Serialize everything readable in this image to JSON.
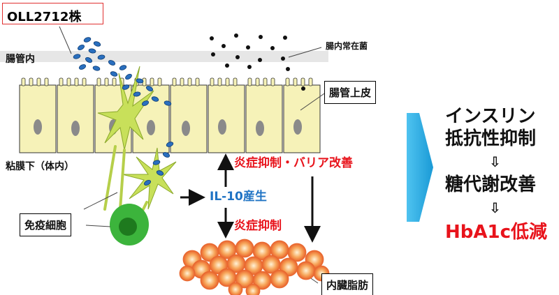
{
  "labels": {
    "strain": "OLL2712株",
    "intestinal_lumen": "腸管内",
    "commensal_bacteria": "腸内常在菌",
    "intestinal_epithelium": "腸管上皮",
    "submucosa": "粘膜下（体内）",
    "immune_cell": "免疫細胞",
    "il10": "IL-10産生",
    "anti_inflammation_barrier": "炎症抑制・バリア改善",
    "anti_inflammation": "炎症抑制",
    "visceral_fat": "内臓脂肪"
  },
  "outcomes": {
    "line1": "インスリン",
    "line2": "抵抗性抑制",
    "arrow1": "⇩",
    "line3": "糖代謝改善",
    "arrow2": "⇩",
    "line4": "HbA1c低減"
  },
  "colors": {
    "strain_bacteria": "#2a6fbf",
    "commensal_bacteria": "#111111",
    "epithelium_fill": "#f6f2b8",
    "immune_cell": "#3cb43c",
    "dendritic_cell": "#c8e05a",
    "fat_cell": "#f08a3c",
    "highlight_red": "#e8131b",
    "highlight_blue": "#1f73c4",
    "big_arrow": "#29a8e0"
  }
}
